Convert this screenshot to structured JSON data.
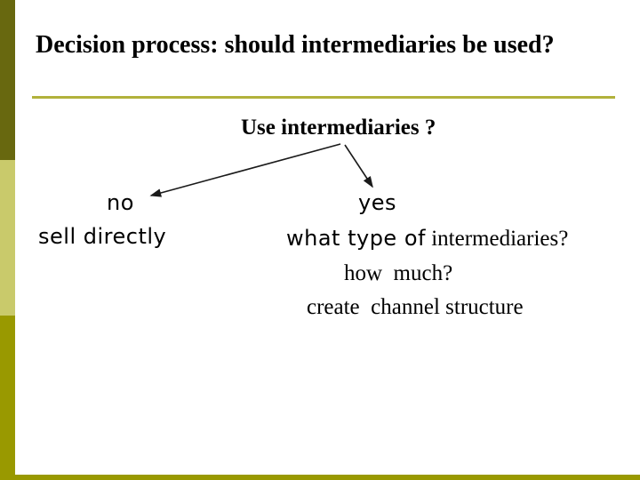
{
  "slide": {
    "title": "Decision process: should intermediaries be used?",
    "question": "Use intermediaries ?",
    "no_branch": {
      "label": "no",
      "action": "sell directly"
    },
    "yes_branch": {
      "label": "yes",
      "question_type_sans": "what type of",
      "question_type_serif": " intermediaries?",
      "question_quantity": "how  much?",
      "action": "create  channel structure"
    }
  },
  "colors": {
    "sidebar_dark": "#68680f",
    "sidebar_khaki": "#c9ca6b",
    "sidebar_olive": "#999900",
    "bottom_bar": "#999900",
    "title_rule": "#b1b13b",
    "text": "#000000",
    "arrow": "#1a1a1a"
  }
}
